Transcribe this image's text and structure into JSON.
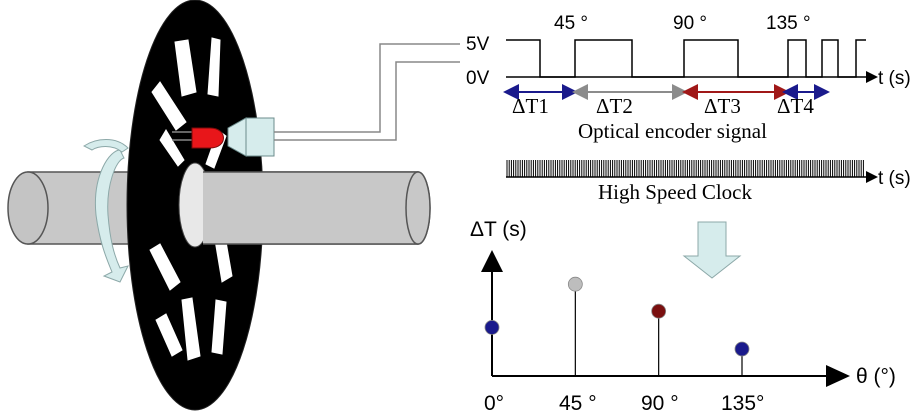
{
  "signal": {
    "high_label": "5V",
    "low_label": "0V",
    "time_axis_label": "t (s)",
    "angle_marks": [
      "45 °",
      "90 °",
      "135 °"
    ],
    "intervals": [
      "ΔT1",
      "ΔT2",
      "ΔT3",
      "ΔT4"
    ],
    "caption": "Optical encoder signal"
  },
  "clock": {
    "time_axis_label": "t (s)",
    "caption": "High Speed Clock"
  },
  "plot": {
    "y_axis_label": "ΔT (s)",
    "x_axis_label": "θ (°)",
    "x_ticks": [
      "0°",
      "45 °",
      "90 °",
      "135°"
    ],
    "chart_data": {
      "type": "scatter",
      "x": [
        0,
        45,
        90,
        135
      ],
      "y_relative": [
        0.45,
        0.85,
        0.6,
        0.25
      ],
      "point_colors": [
        "#1a1a8c",
        "#bdbdbd",
        "#7a0f0f",
        "#1a1a8c"
      ]
    }
  },
  "colors": {
    "interval_1": "#1a1a8c",
    "interval_2": "#8c8c8c",
    "interval_3": "#a01818",
    "interval_4": "#1a1a8c",
    "arrow_fill": "#d6ecec",
    "shaft": "#c8c8c8",
    "led": "#e8161a"
  }
}
